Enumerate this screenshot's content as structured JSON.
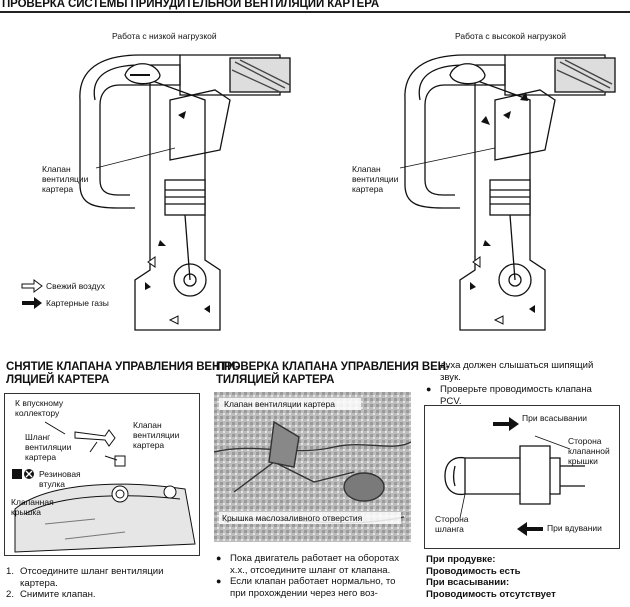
{
  "header": {
    "title": "ПРОВЕРКА СИСТЕМЫ ПРИНУДИТЕЛЬНОЙ ВЕНТИЛЯЦИИ КАРТЕРА"
  },
  "top_figure": {
    "left_caption": "Работа с низкой нагрузкой",
    "right_caption": "Работа с высокой нагрузкой",
    "left_valve_label": [
      "Клапан",
      "вентиляции",
      "картера"
    ],
    "right_valve_label": [
      "Клапан",
      "вентиляции",
      "картера"
    ],
    "legend": {
      "fresh_air": "Свежий воздух",
      "crankcase_gas": "Картерные газы"
    }
  },
  "section_removal": {
    "title_line1": "СНЯТИЕ КЛАПАНА УПРАВЛЕНИЯ ВЕНТИ-",
    "title_line2": "ЛЯЦИЕЙ КАРТЕРА",
    "figure_labels": {
      "intake": [
        "К впускному",
        "коллектору"
      ],
      "hose": [
        "Шланг",
        "вентиляции",
        "картера"
      ],
      "valve": [
        "Клапан",
        "вентиляции",
        "картера"
      ],
      "bushing": [
        "Резиновая",
        "втулка"
      ],
      "cover": [
        "Клапанная",
        "крышка"
      ]
    },
    "steps": [
      {
        "num": "1.",
        "text_line1": "Отсоедините шланг вентиляции",
        "text_line2": "картера."
      },
      {
        "num": "2.",
        "text_line1": "Снимите клапан.",
        "text_line2": ""
      }
    ]
  },
  "section_check": {
    "title_line1": "ПРОВЕРКА КЛАПАНА УПРАВЛЕНИЯ ВЕН-",
    "title_line2": "ТИЛЯЦИЕЙ КАРТЕРА",
    "photo_labels": {
      "valve": "Клапан вентиляции картера",
      "cap": "Крышка маслозаливного отверстия"
    },
    "bullets": [
      [
        "Пока двигатель работает на оборотах",
        "х.х., отсоедините шланг от клапана."
      ],
      [
        "Если клапан работает нормально, то",
        "при прохождении через него воз-"
      ]
    ]
  },
  "section_right": {
    "cont_text": [
      "духа должен слышаться шипящий",
      "звук."
    ],
    "bullet": [
      "Проверьте проводимость клапана",
      "PCV."
    ],
    "figure_labels": {
      "suction": "При всасывании",
      "valve_cover_side": [
        "Сторона",
        "клапанной",
        "крышки"
      ],
      "hose_side": [
        "Сторона",
        "шланга"
      ],
      "blowing": "При вдувании"
    },
    "results": [
      "При продувке:",
      "Проводимость есть",
      "При всасывании:",
      "Проводимость отсутствует"
    ]
  }
}
